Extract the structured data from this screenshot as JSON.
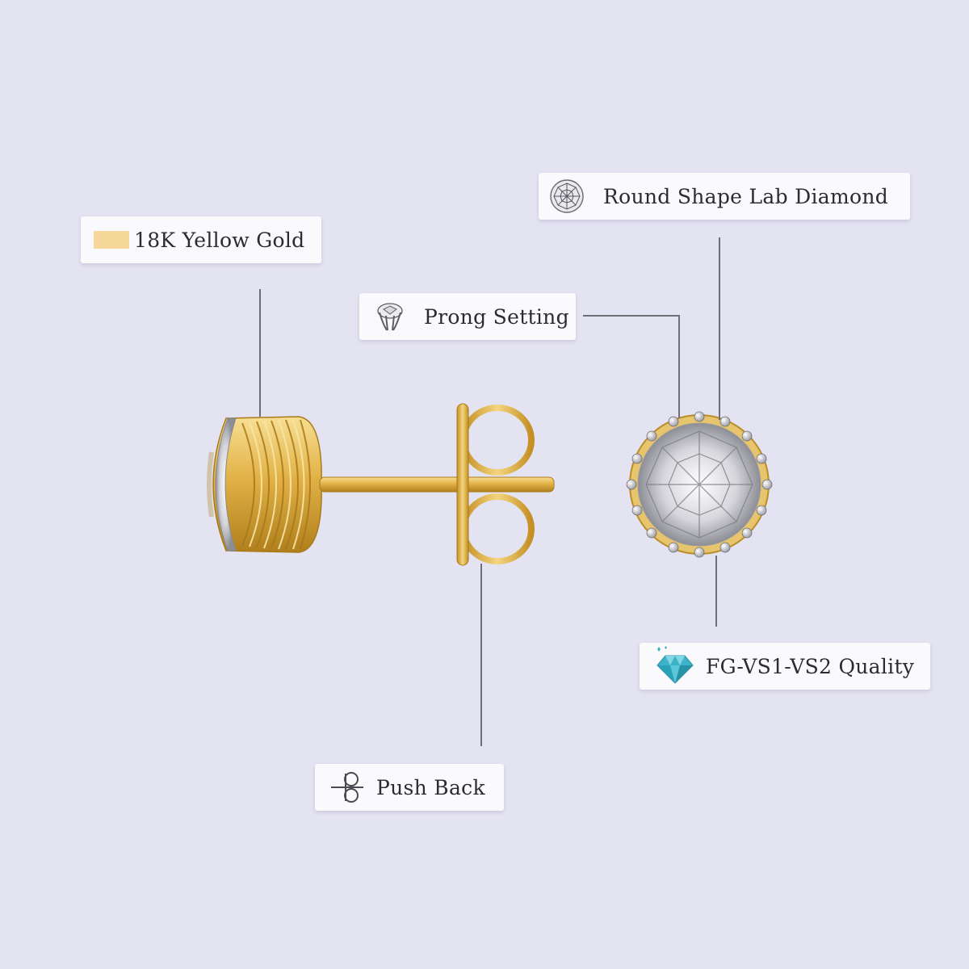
{
  "callouts": {
    "metal": {
      "label": "18K Yellow Gold",
      "icon": "gold-swatch-icon",
      "swatch_color": "#f6d89a"
    },
    "diamond": {
      "label": "Round Shape Lab Diamond",
      "icon": "round-diamond-icon"
    },
    "setting": {
      "label": "Prong Setting",
      "icon": "prong-setting-icon"
    },
    "quality": {
      "label": "FG-VS1-VS2 Quality",
      "icon": "gem-icon",
      "icon_color": "#3cb3c9"
    },
    "back": {
      "label": "Push Back",
      "icon": "push-back-icon"
    }
  },
  "colors": {
    "background": "#e4e3f2",
    "gold": "#d9a93a",
    "leader_line": "#6f6f78"
  }
}
